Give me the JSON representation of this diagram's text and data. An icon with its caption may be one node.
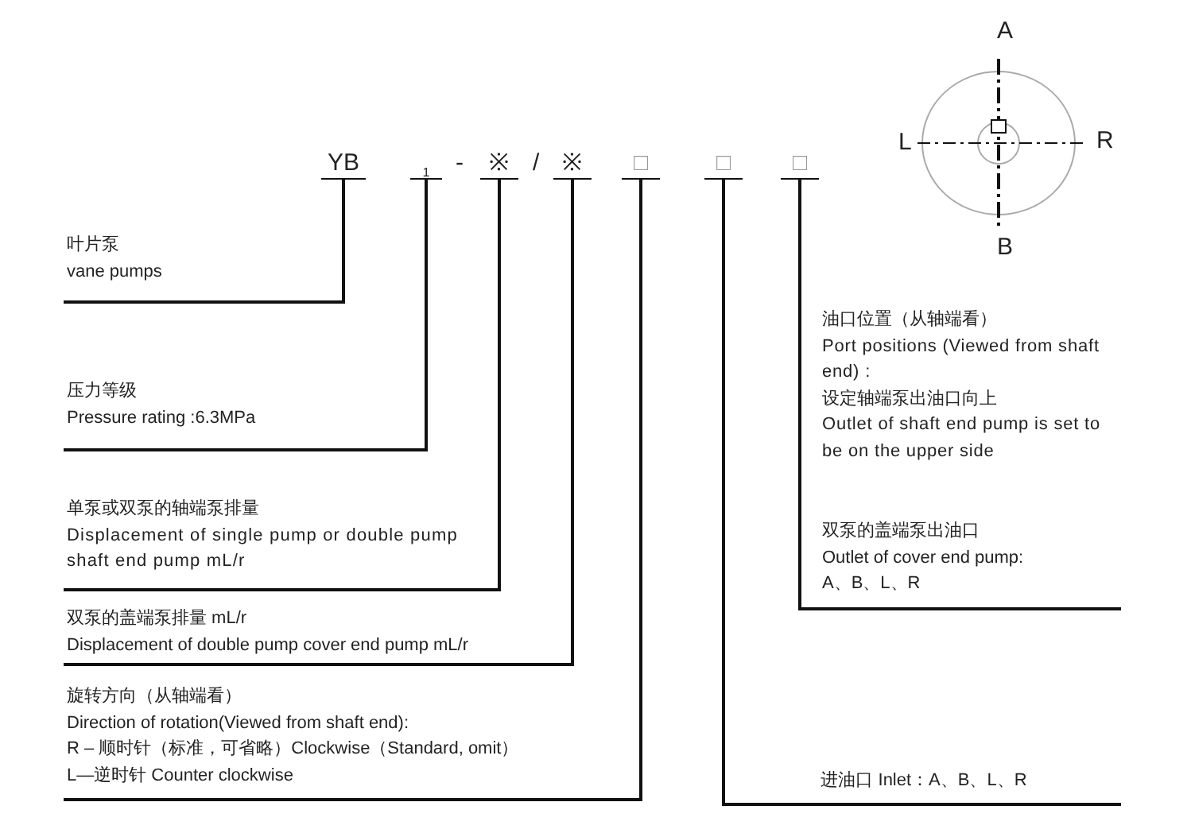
{
  "diagram": {
    "nodes": [
      {
        "text": [
          "YB"
        ]
      },
      {
        "text": [
          "1"
        ]
      },
      {
        "text": [
          "※"
        ]
      },
      {
        "text": [
          "※"
        ]
      },
      {
        "text": [
          "□"
        ]
      },
      {
        "text": [
          "□"
        ]
      },
      {
        "text": [
          "□"
        ]
      },
      {
        "text": [
          "叶片泵",
          "vane pumps"
        ]
      },
      {
        "text": [
          "压力等级",
          "Pressure rating :6.3MPa"
        ]
      },
      {
        "text": [
          "单泵或双泵的轴端泵排量",
          "Displacement of single pump or double pump shaft end pump  mL/r"
        ]
      },
      {
        "text": [
          "双泵的盖端泵排量 mL/r",
          "Displacement of double pump cover end pump  mL/r"
        ]
      },
      {
        "text": [
          "旋转方向（从轴端看）",
          "Direction of rotation(Viewed from shaft end):",
          "R – 顺时针（标准，可省略）Clockwise（Standard, omit）",
          "L—逆时针 Counter clockwise"
        ]
      },
      {
        "text": [
          "进油口 Inlet：A、B、L、R"
        ]
      },
      {
        "text": [
          "油口位置（从轴端看）",
          "Port positions (Viewed from shaft end) :",
          "设定轴端泵出油口向上",
          "Outlet of shaft end pump is set to be on the upper side",
          "双泵的盖端泵出油口",
          "Outlet of cover end pump:",
          "A、B、L、R"
        ]
      }
    ],
    "edges": [
      {
        "from": 0,
        "to": 7,
        "arrow": "none"
      },
      {
        "from": 1,
        "to": 8,
        "arrow": "none"
      },
      {
        "from": 2,
        "to": 9,
        "arrow": "none"
      },
      {
        "from": 3,
        "to": 10,
        "arrow": "none"
      },
      {
        "from": 4,
        "to": 11,
        "arrow": "none"
      },
      {
        "from": 5,
        "to": 12,
        "arrow": "none"
      },
      {
        "from": 6,
        "to": 13,
        "arrow": "none"
      }
    ],
    "labels": [
      "-",
      "/",
      "A",
      "L",
      "R",
      "B"
    ]
  }
}
